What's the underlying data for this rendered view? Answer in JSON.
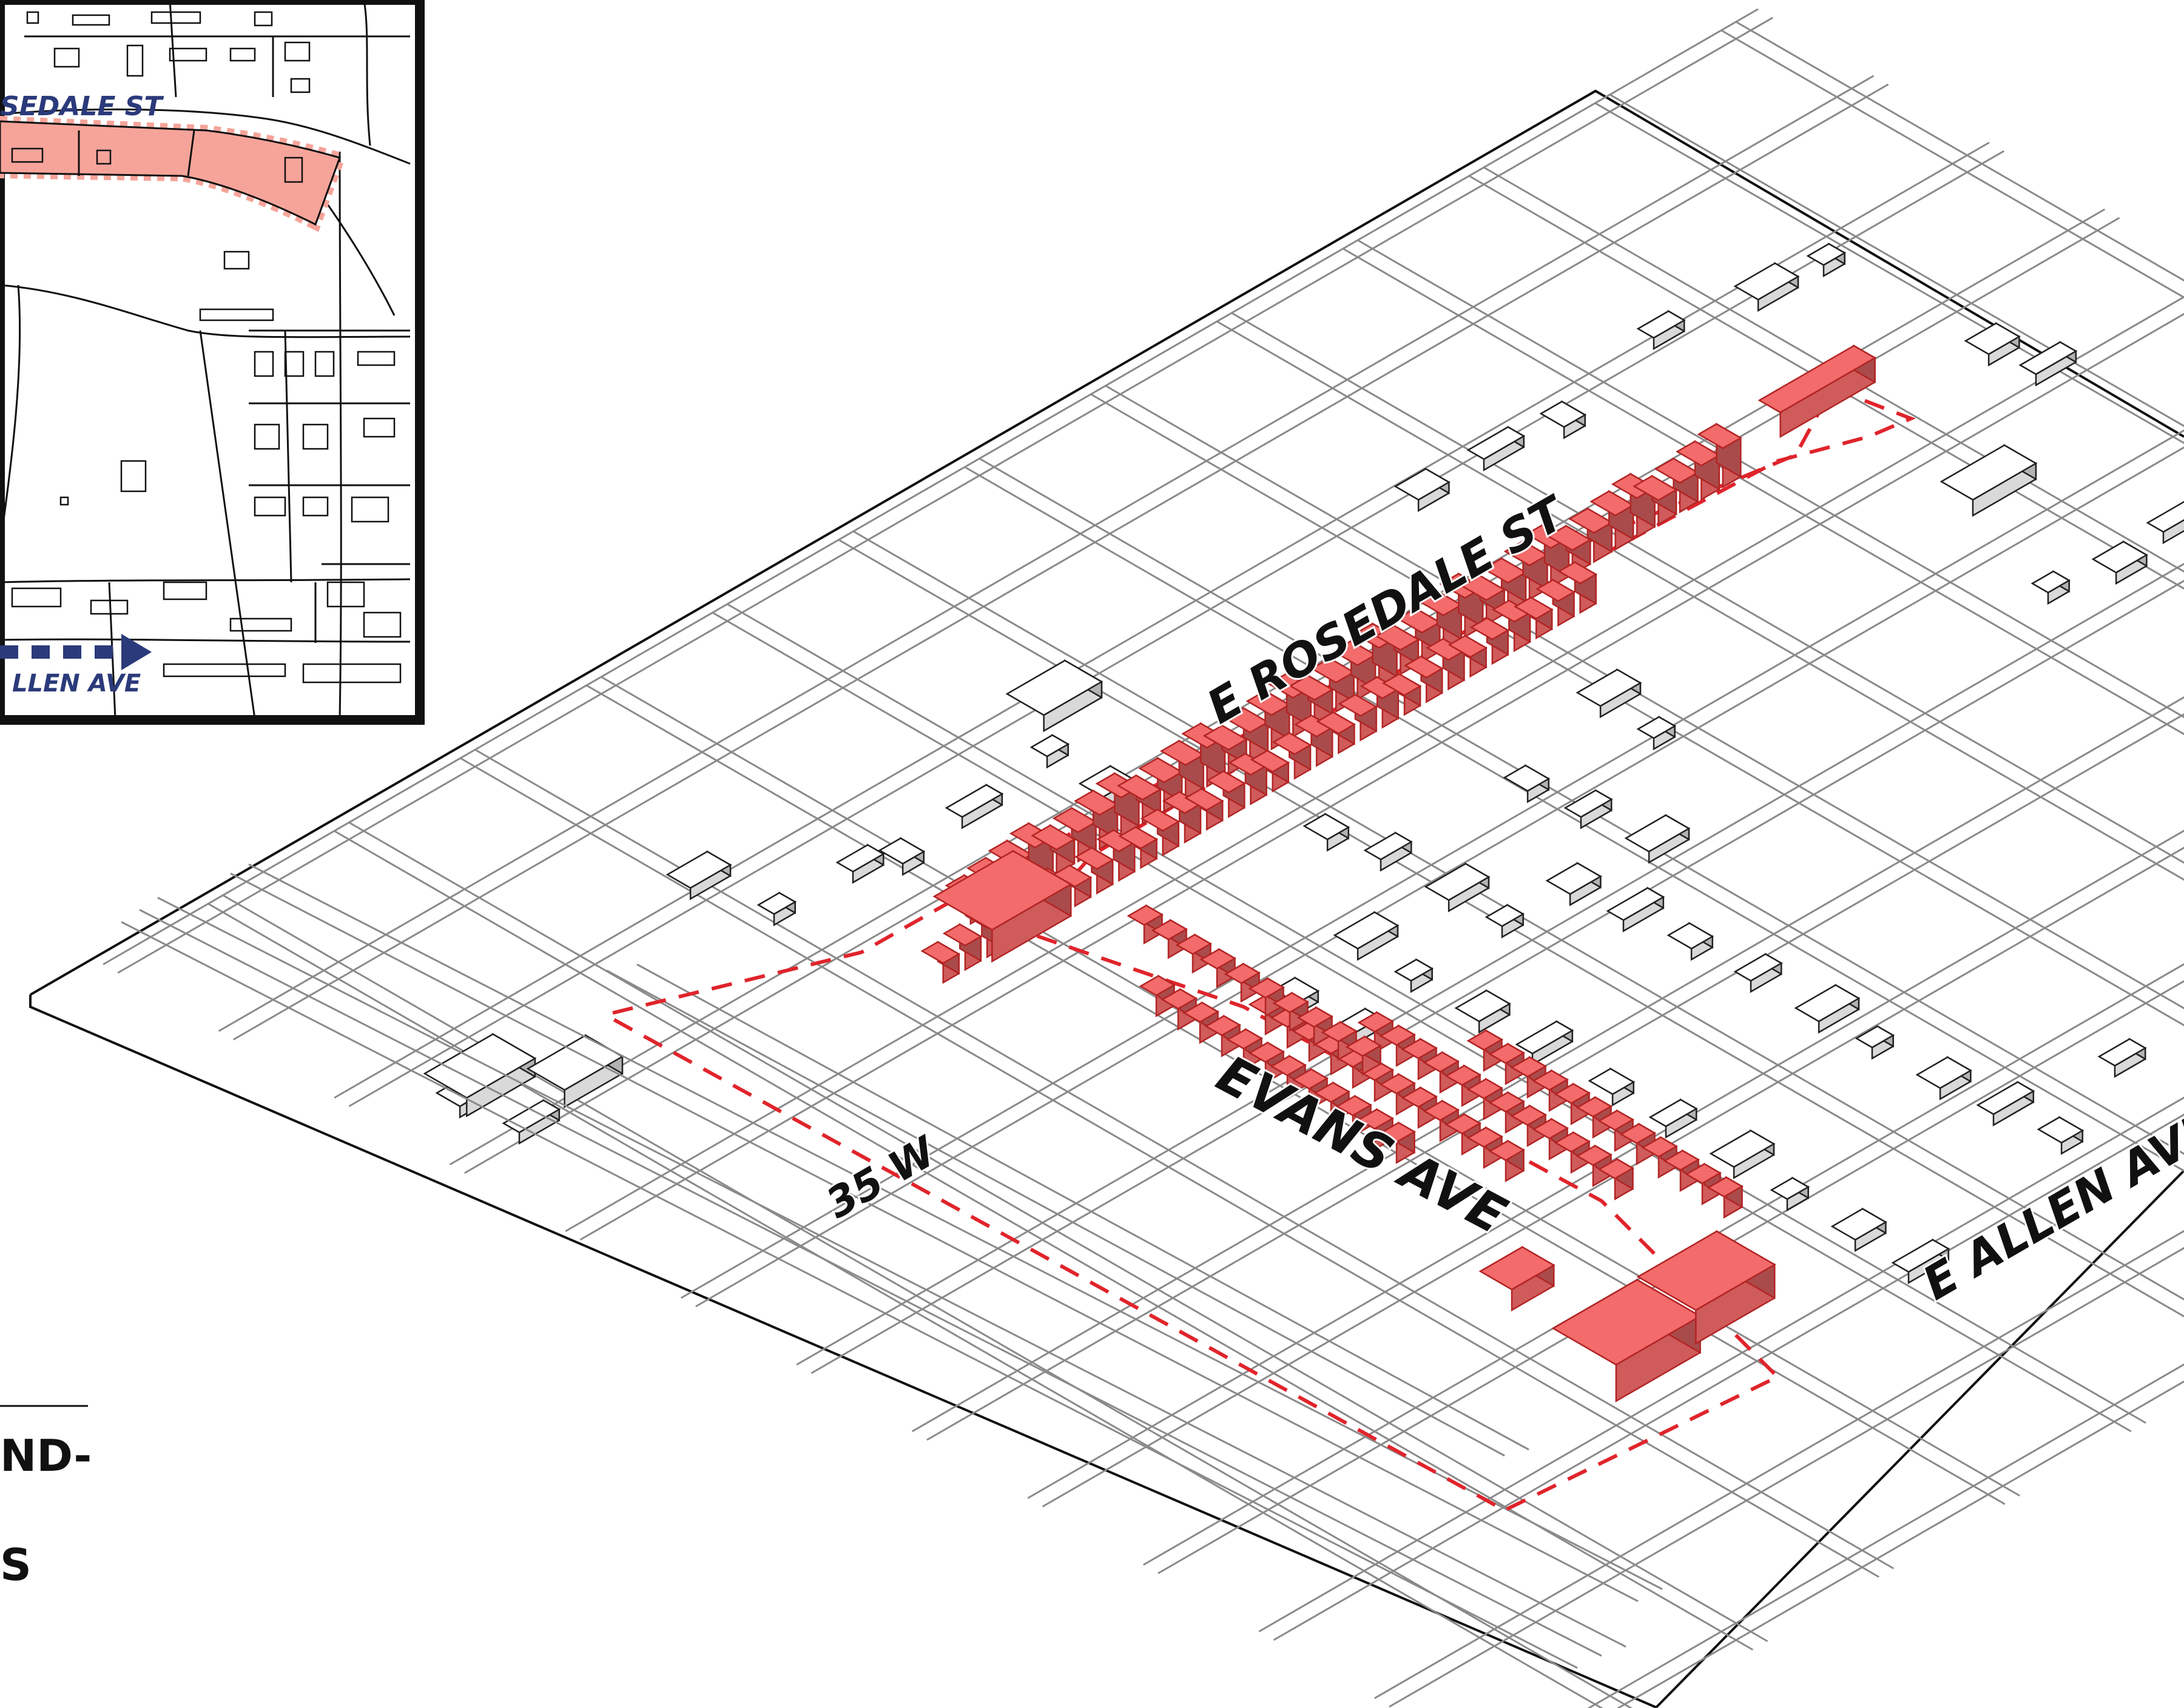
{
  "colors": {
    "accent_fill": "#f36b6b",
    "accent_fill_dark": "#d94343",
    "boundary": "#e0242b",
    "inset_highlight": "#f6a49a",
    "inset_label": "#2b3a7a",
    "line": "#111111",
    "road": "#9a9a9a"
  },
  "inset": {
    "street_north": "SEDALE ST",
    "street_south": "LLEN AVE",
    "arrow_icon": "arrow-right-icon"
  },
  "map": {
    "labels": {
      "rosedale": "E ROSEDALE ST",
      "evans": "EVANS AVE",
      "allen": "E ALLEN AVE",
      "highway": "35 W"
    }
  },
  "legend": {
    "line1": "ND-",
    "line2": "S"
  }
}
